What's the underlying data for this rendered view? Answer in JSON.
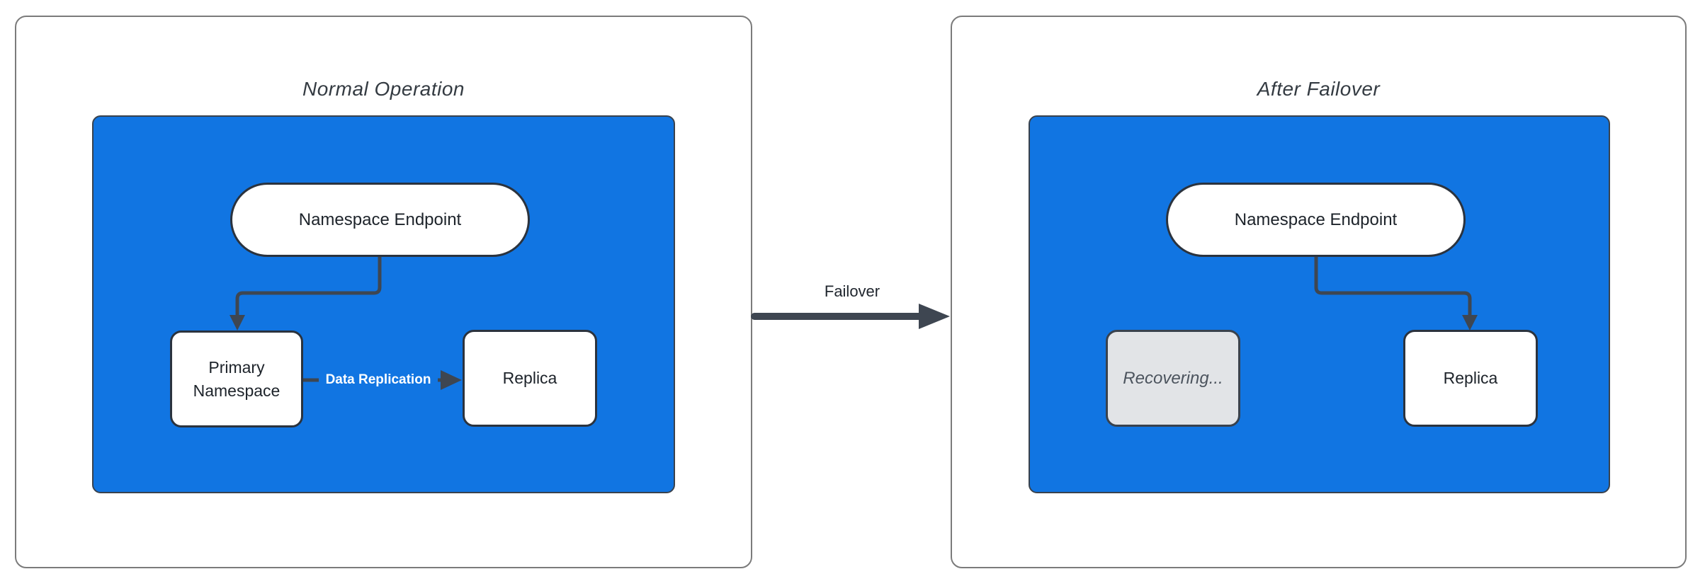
{
  "panels": [
    {
      "title": "Normal Operation",
      "nodes": {
        "endpoint": {
          "label": "Namespace Endpoint"
        },
        "primary": {
          "label": "Primary Namespace"
        },
        "replica": {
          "label": "Replica"
        }
      },
      "edges": {
        "replication_label": "Data Replication"
      }
    },
    {
      "title": "After Failover",
      "nodes": {
        "endpoint": {
          "label": "Namespace Endpoint"
        },
        "recovering": {
          "label": "Recovering..."
        },
        "replica": {
          "label": "Replica"
        }
      }
    }
  ],
  "transition": {
    "label": "Failover"
  },
  "colors": {
    "blue-fill": "#1175e2",
    "blue-border": "#39424d",
    "edge": "#3e4651",
    "node-border": "#2b333e",
    "node-text": "#1d232a",
    "panel-border": "#7b7b7b",
    "title-text": "#343b42",
    "recovering-fill": "#e2e4e7",
    "recovering-text": "#4c545e",
    "replication-text": "#ffffff"
  }
}
